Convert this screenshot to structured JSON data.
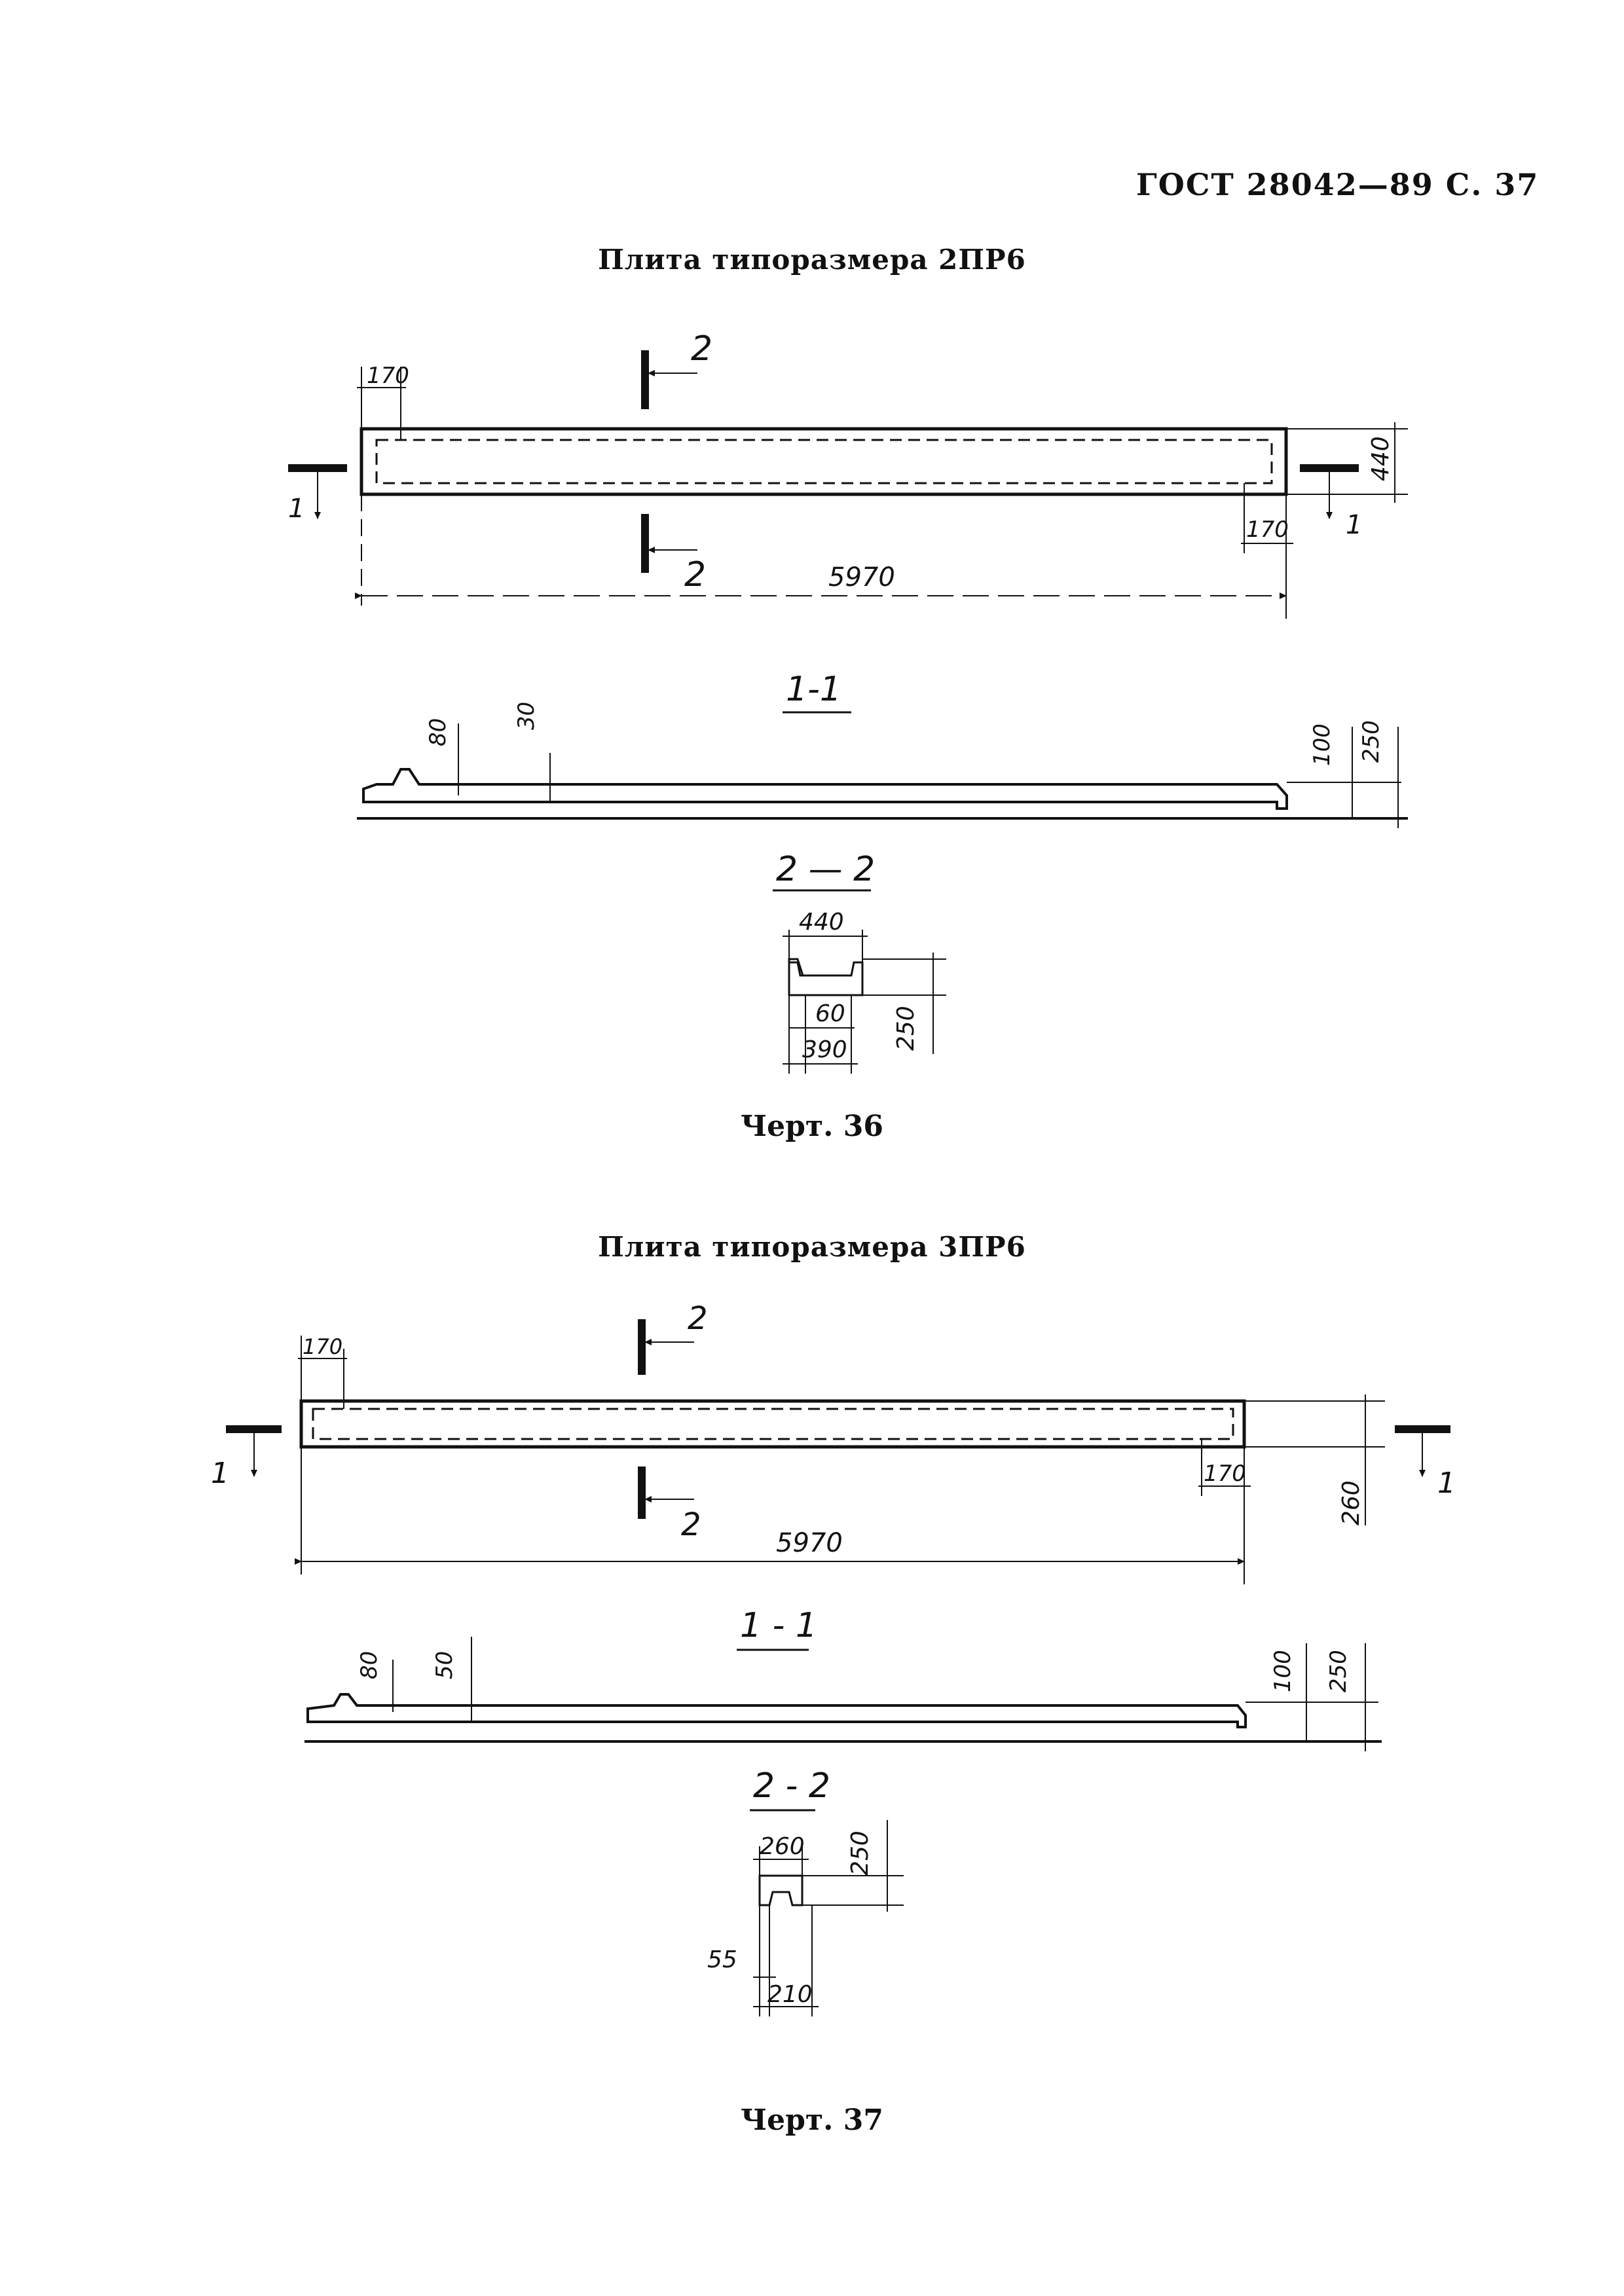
{
  "header": {
    "doc_ref": "ГОСТ 28042—89 С. 37"
  },
  "figure36": {
    "title": "Плита типоразмера 2ПР6",
    "caption": "Черт. 36",
    "plan": {
      "end_offset_left": "170",
      "end_offset_right": "170",
      "width": "440",
      "length": "5970",
      "section_a": "1",
      "section_b": "2"
    },
    "section_1_1": {
      "label": "1-1",
      "rib": "80",
      "step": "30",
      "thickness": "100",
      "height": "250"
    },
    "section_2_2": {
      "label": "2 — 2",
      "top_width": "440",
      "wall": "60",
      "bottom_width": "390",
      "height": "250"
    }
  },
  "figure37": {
    "title": "Плита типоразмера 3ПР6",
    "caption": "Черт. 37",
    "plan": {
      "end_offset_left": "170",
      "end_offset_right": "170",
      "width": "260",
      "length": "5970",
      "section_a": "1",
      "section_b": "2"
    },
    "section_1_1": {
      "label": "1 - 1",
      "rib": "80",
      "step": "50",
      "thickness": "100",
      "height": "250"
    },
    "section_2_2": {
      "label": "2 - 2",
      "top_width": "260",
      "wall": "55",
      "bottom_width": "210",
      "height": "250"
    }
  }
}
